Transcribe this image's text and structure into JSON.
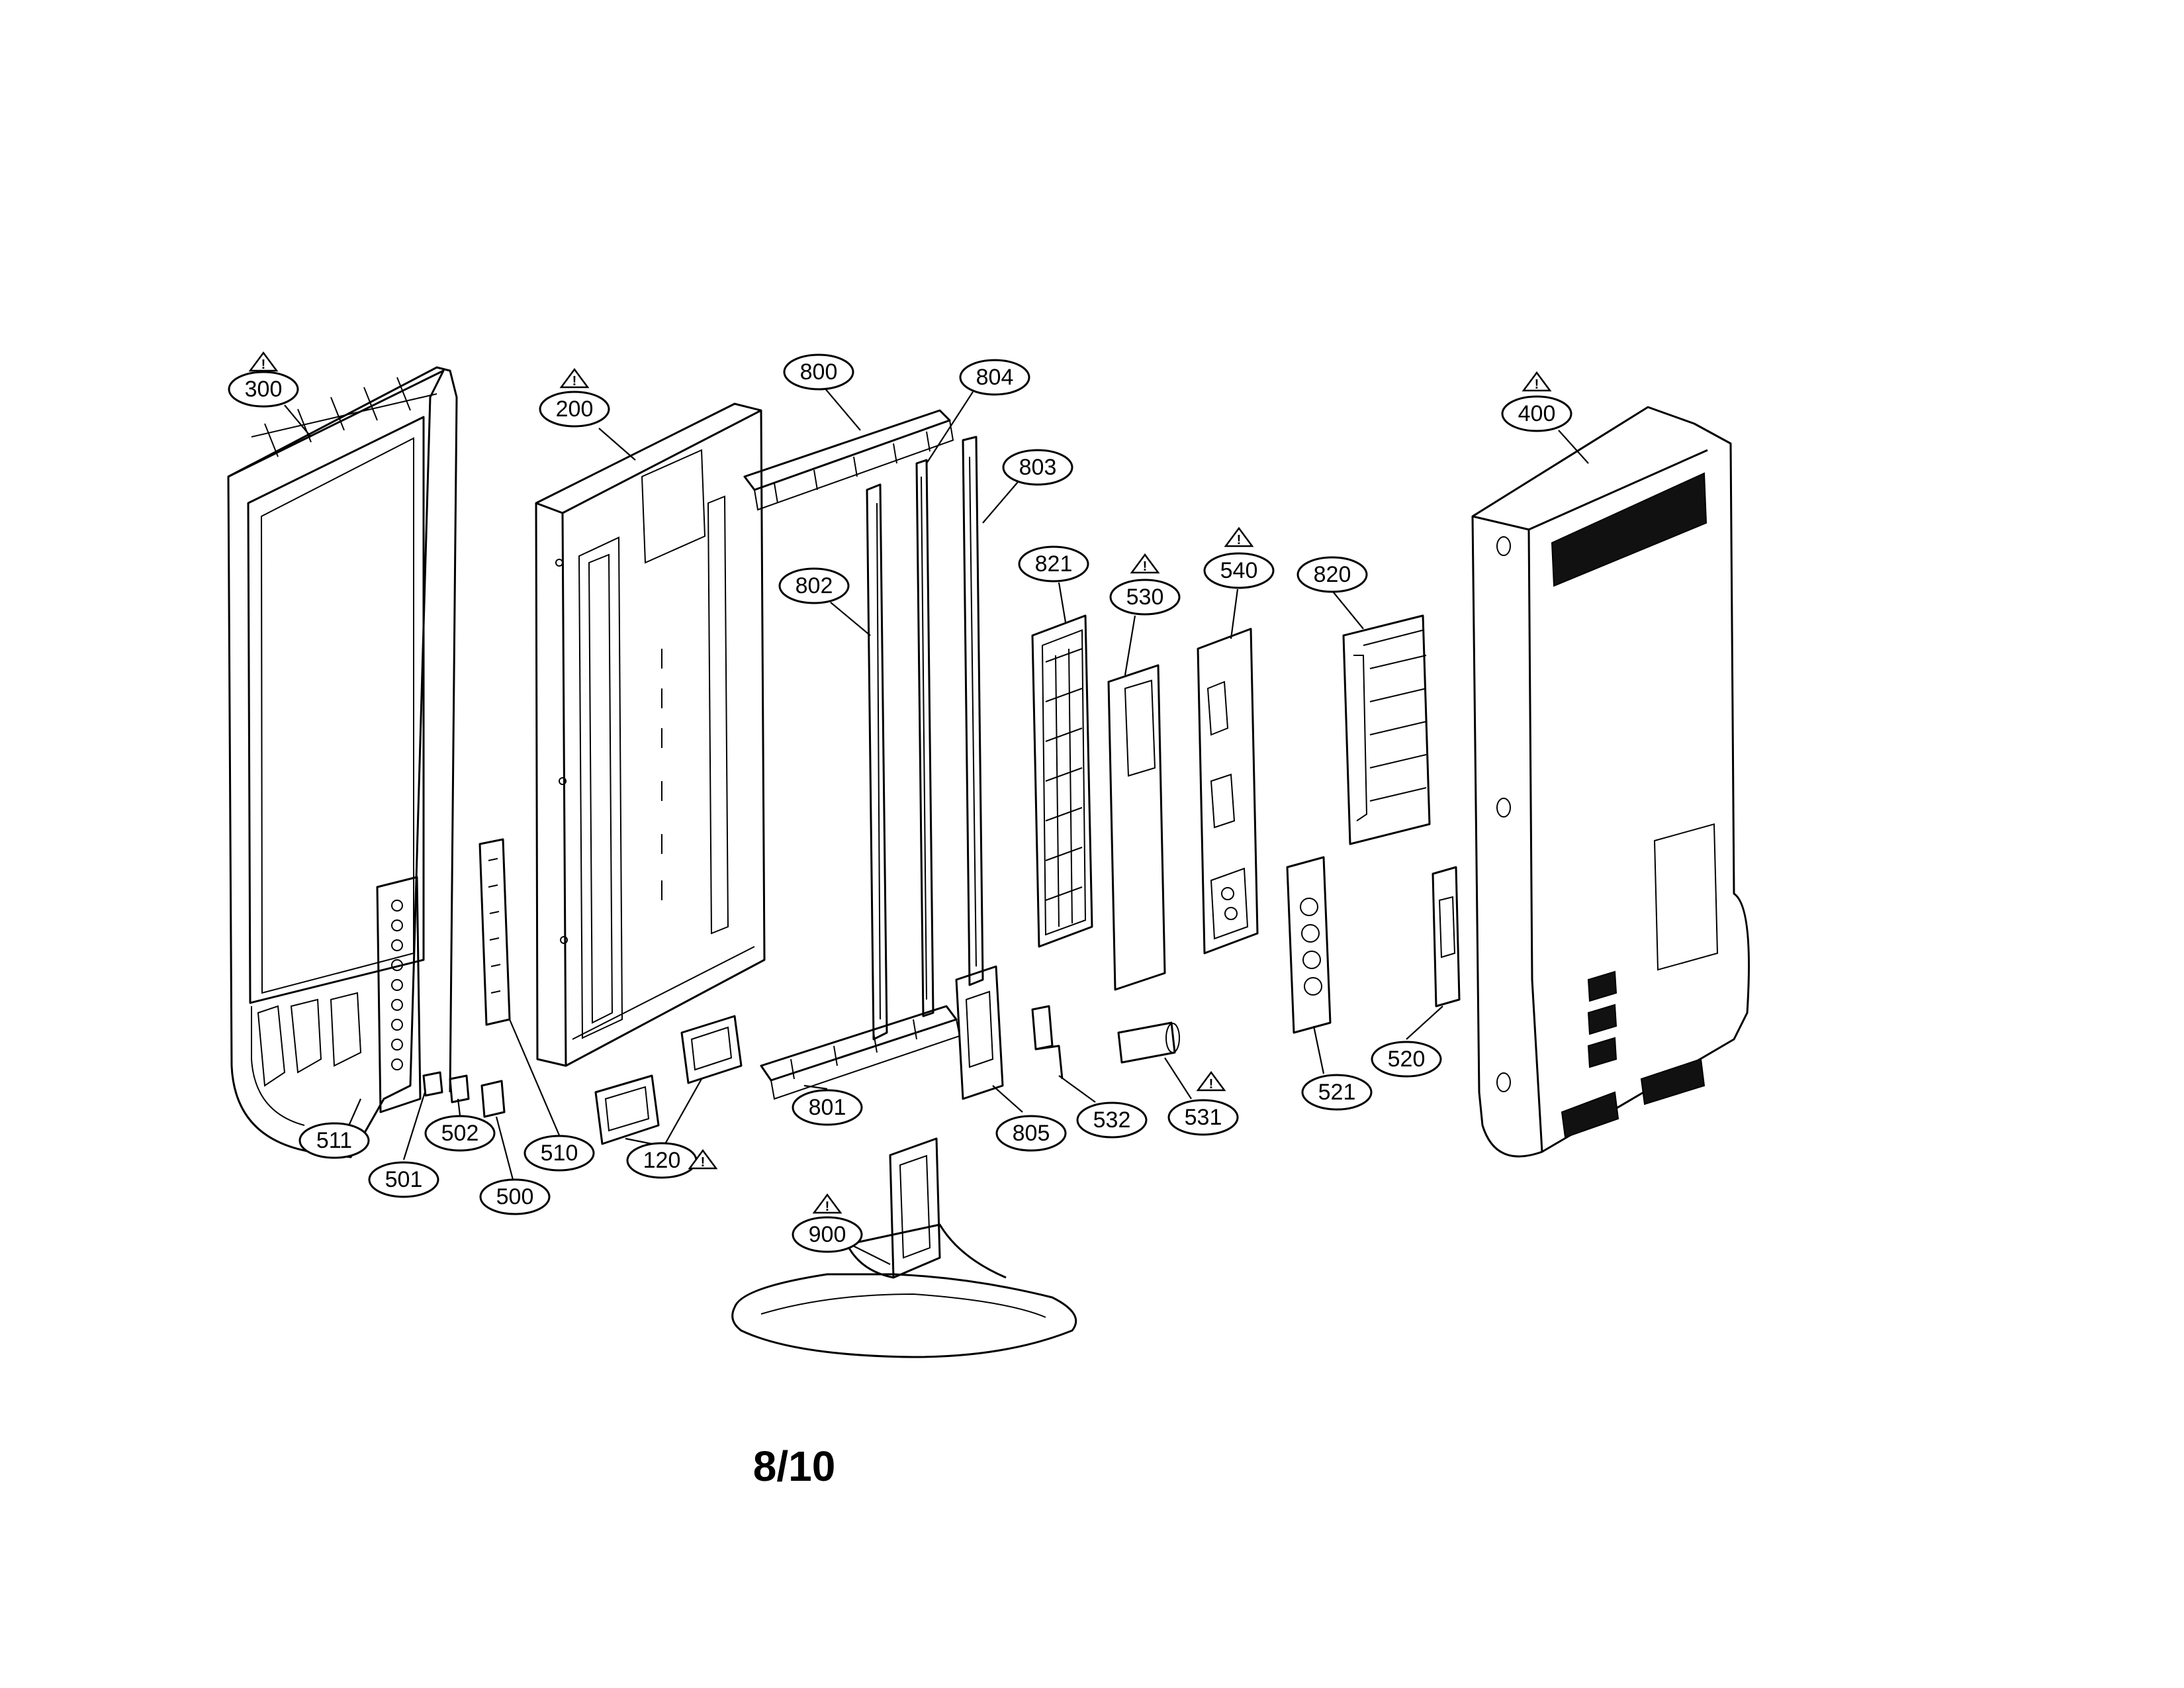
{
  "page_number": "8/10",
  "callouts": [
    {
      "id": "c300",
      "label": "300",
      "warning": true
    },
    {
      "id": "c200",
      "label": "200",
      "warning": true
    },
    {
      "id": "c800",
      "label": "800",
      "warning": false
    },
    {
      "id": "c804",
      "label": "804",
      "warning": false
    },
    {
      "id": "c803",
      "label": "803",
      "warning": false
    },
    {
      "id": "c802",
      "label": "802",
      "warning": false
    },
    {
      "id": "c821",
      "label": "821",
      "warning": false
    },
    {
      "id": "c530",
      "label": "530",
      "warning": true
    },
    {
      "id": "c540",
      "label": "540",
      "warning": true
    },
    {
      "id": "c820",
      "label": "820",
      "warning": false
    },
    {
      "id": "c400",
      "label": "400",
      "warning": true
    },
    {
      "id": "c511",
      "label": "511",
      "warning": false
    },
    {
      "id": "c501",
      "label": "501",
      "warning": false
    },
    {
      "id": "c502",
      "label": "502",
      "warning": false
    },
    {
      "id": "c500",
      "label": "500",
      "warning": false
    },
    {
      "id": "c510",
      "label": "510",
      "warning": false
    },
    {
      "id": "c120",
      "label": "120",
      "warning": true
    },
    {
      "id": "c801",
      "label": "801",
      "warning": false
    },
    {
      "id": "c805",
      "label": "805",
      "warning": false
    },
    {
      "id": "c532",
      "label": "532",
      "warning": false
    },
    {
      "id": "c531",
      "label": "531",
      "warning": true
    },
    {
      "id": "c521",
      "label": "521",
      "warning": false
    },
    {
      "id": "c520",
      "label": "520",
      "warning": false
    },
    {
      "id": "c900",
      "label": "900",
      "warning": true
    }
  ]
}
